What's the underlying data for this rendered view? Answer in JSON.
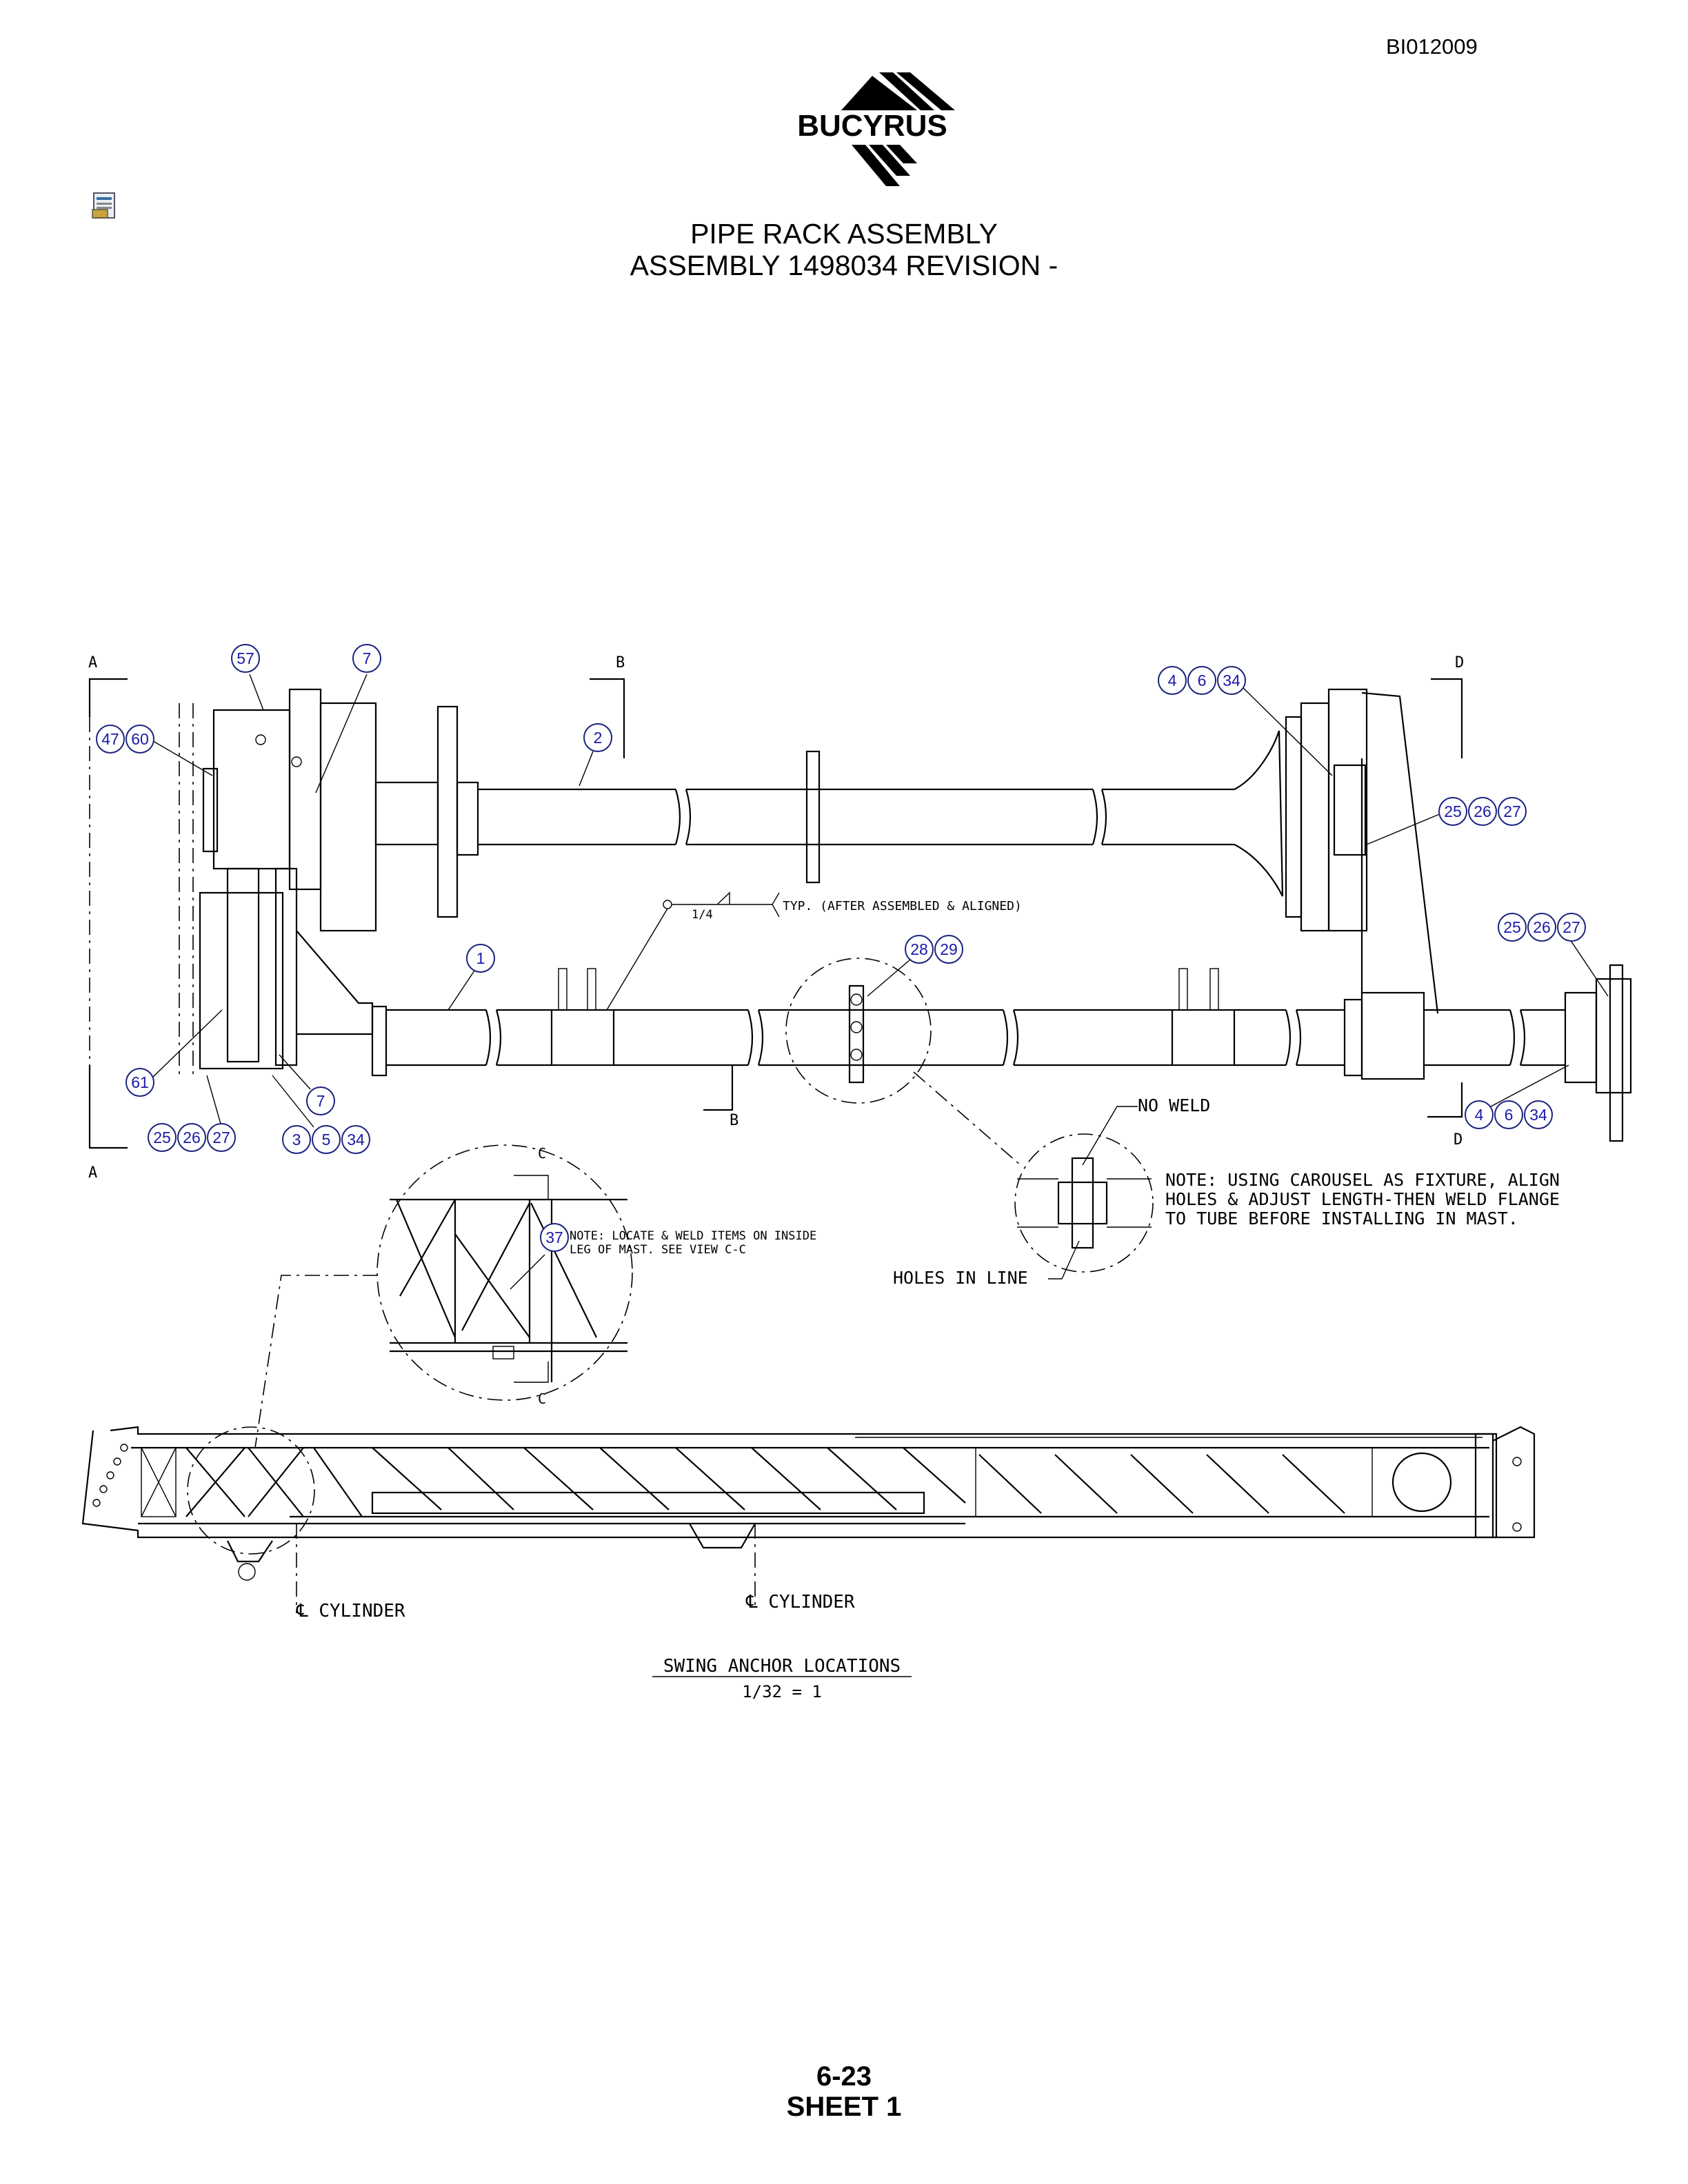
{
  "header": {
    "doc_id": "BI012009",
    "logo_text": "BUCYRUS",
    "title_line1": "PIPE RACK ASSEMBLY",
    "title_line2": "ASSEMBLY 1498034 REVISION -"
  },
  "footer": {
    "page": "6-23",
    "sheet": "SHEET 1"
  },
  "section_markers": {
    "a": "A",
    "b": "B",
    "c": "C",
    "d": "D"
  },
  "balloons": {
    "b57": "57",
    "b7a": "7",
    "b47": "47",
    "b60": "60",
    "b2": "2",
    "b4a": "4",
    "b6a": "6",
    "b34a": "34",
    "b25a": "25",
    "b26a": "26",
    "b27a": "27",
    "b25b": "25",
    "b26b": "26",
    "b27b": "27",
    "b28": "28",
    "b29": "29",
    "b1": "1",
    "b61": "61",
    "b7b": "7",
    "b25c": "25",
    "b26c": "26",
    "b27c": "27",
    "b3": "3",
    "b5": "5",
    "b34b": "34",
    "b4b": "4",
    "b6b": "6",
    "b34c": "34",
    "b37": "37"
  },
  "notes": {
    "weld_symbol": "1/4",
    "typ_note": "TYP. (AFTER ASSEMBLED & ALIGNED)",
    "no_weld": "NO WELD",
    "fixture_note_1": "NOTE: USING CAROUSEL AS FIXTURE, ALIGN",
    "fixture_note_2": "HOLES & ADJUST LENGTH-THEN WELD FLANGE",
    "fixture_note_3": "TO TUBE BEFORE INSTALLING IN MAST.",
    "holes_in_line": "HOLES IN LINE",
    "locate_note_1": "NOTE: LOCATE & WELD ITEMS ON INSIDE",
    "locate_note_2": "LEG OF MAST. SEE VIEW C-C",
    "cylinder_1": "℄ CYLINDER",
    "cylinder_2": "℄ CYLINDER",
    "view_title": "SWING ANCHOR LOCATIONS",
    "view_scale": "1/32 = 1"
  }
}
